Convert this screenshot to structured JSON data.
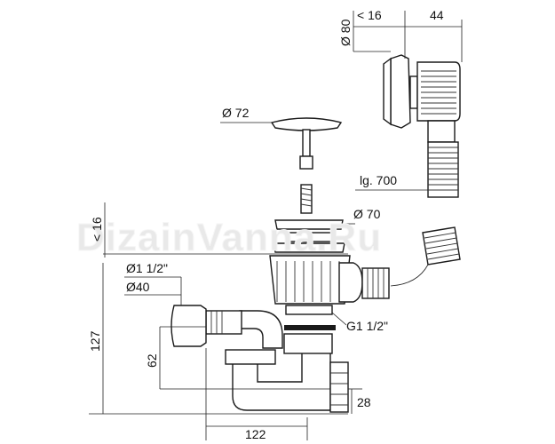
{
  "watermark": "DizainVanna.Ru",
  "dimensions": {
    "overflow_diameter": "Ø 80",
    "overflow_depth": "< 16",
    "overflow_width": "44",
    "plug_diameter": "Ø 72",
    "hose_length": "lg. 700",
    "flange_diameter": "Ø 70",
    "flange_offset": "< 16",
    "outlet_thread": "Ø1 1/2\"",
    "outlet_diameter": "Ø40",
    "drain_thread": "G1 1/2\"",
    "total_height": "127",
    "outlet_height": "62",
    "bottom_height": "28",
    "horizontal_length": "122"
  }
}
